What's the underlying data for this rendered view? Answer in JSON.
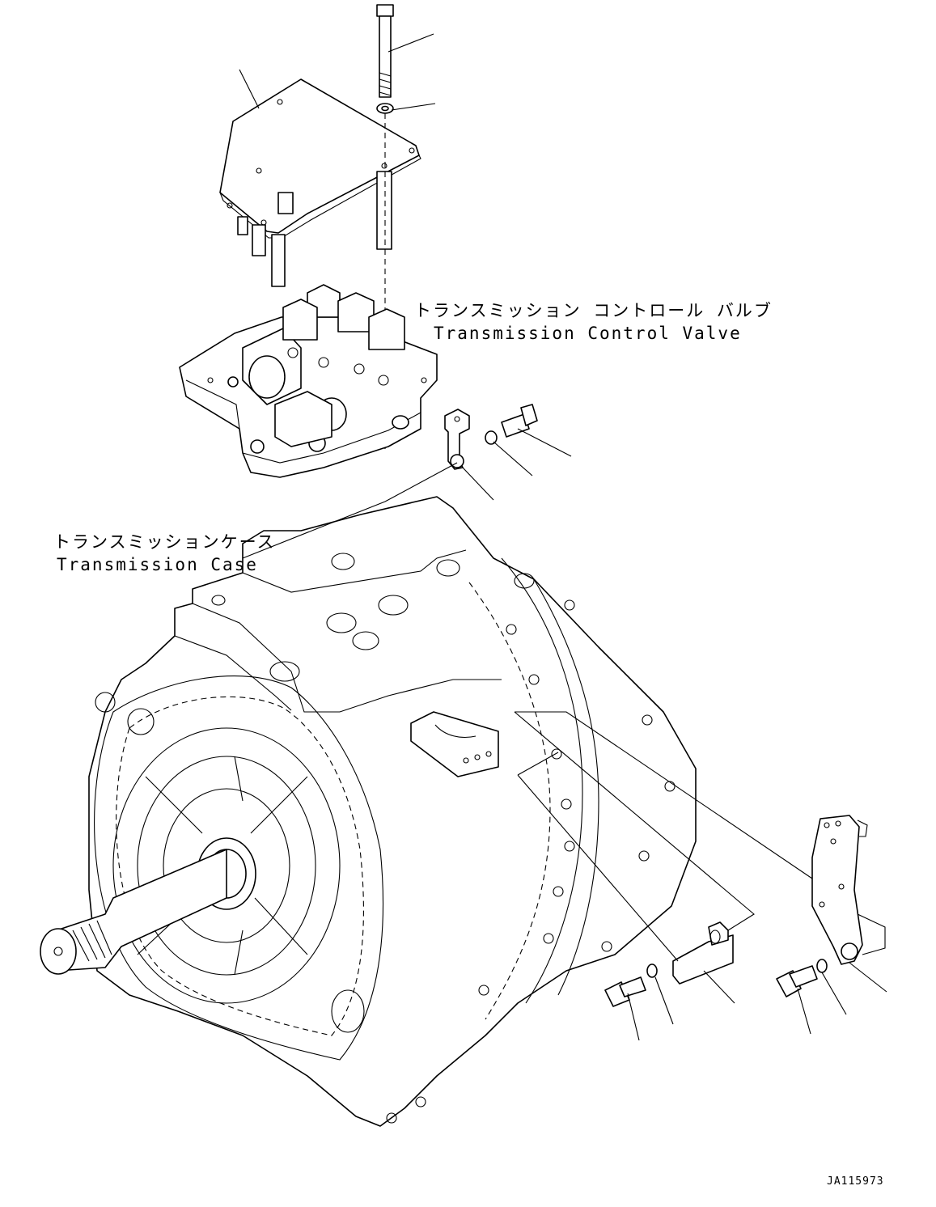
{
  "labels": {
    "control_valve_jp": "トランスミッション コントロール バルブ",
    "control_valve_en": "Transmission Control Valve",
    "case_jp": "トランスミッションケース",
    "case_en": "Transmission Case"
  },
  "drawing_number": "JA115973"
}
